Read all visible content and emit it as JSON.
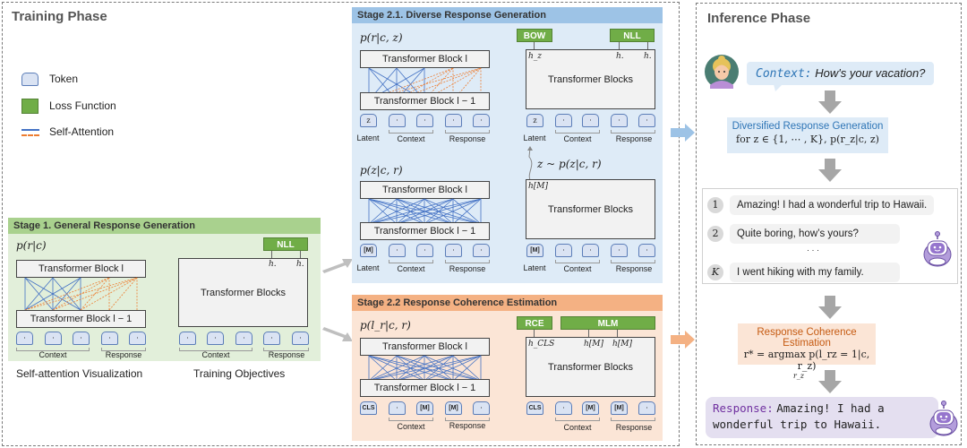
{
  "training": {
    "title": "Training Phase",
    "legend": [
      {
        "icon": "token-icon",
        "label": "Token"
      },
      {
        "icon": "loss-function-icon",
        "label": "Loss Function"
      },
      {
        "icon": "self-attention-icon",
        "label": "Self-Attention"
      }
    ],
    "captions": {
      "left": "Self-attention Visualization",
      "right": "Training Objectives"
    },
    "colors": {
      "token_fill": "#dae3f3",
      "token_border": "#5b7db8",
      "loss": "#70ad47",
      "attn_blue": "#4472c4",
      "attn_orange": "#ed7d31"
    }
  },
  "stage1": {
    "title": "Stage 1. General Response Generation",
    "color": "#a9d18e",
    "bg": "#e2efda",
    "formula": "p(r|c)",
    "block_top": "Transformer Block l",
    "block_bottom": "Transformer Block l − 1",
    "big_block": "Transformer Blocks",
    "loss": "NLL",
    "h_labels": [
      "h.",
      "h."
    ],
    "tokens_left": [
      "·",
      "·",
      "·",
      "·",
      "·"
    ],
    "tokens_right": [
      "·",
      "·",
      "·",
      "·",
      "·"
    ],
    "groups": [
      "Context",
      "Response"
    ]
  },
  "stage21": {
    "title": "Stage 2.1. Diverse Response Generation",
    "color": "#9dc3e6",
    "bg": "#deebf7",
    "top": {
      "formula": "p(r|c, z)",
      "block_top": "Transformer Block l",
      "block_bottom": "Transformer Block l − 1",
      "big_block": "Transformer Blocks",
      "losses": [
        "BOW",
        "NLL"
      ],
      "h_labels": [
        "h_z",
        "h.",
        "h."
      ],
      "tokens": [
        "z",
        "·",
        "·",
        "·",
        "·"
      ],
      "groups": [
        "Latent",
        "Context",
        "Response"
      ]
    },
    "sample": "z ~ p(z|c, r)",
    "bottom": {
      "formula": "p(z|c, r)",
      "block_top": "Transformer Block l",
      "block_bottom": "Transformer Block l − 1",
      "big_block": "Transformer Blocks",
      "h_labels": [
        "h[M]"
      ],
      "tokens": [
        "[M]",
        "·",
        "·",
        "·",
        "·"
      ],
      "groups": [
        "Latent",
        "Context",
        "Response"
      ]
    }
  },
  "stage22": {
    "title": "Stage 2.2 Response Coherence Estimation",
    "color": "#f4b183",
    "bg": "#fbe5d6",
    "formula": "p(l_r|c, r)",
    "block_top": "Transformer Block l",
    "block_bottom": "Transformer Block l − 1",
    "big_block": "Transformer Blocks",
    "losses": [
      "RCE",
      "MLM"
    ],
    "h_labels": [
      "h_CLS",
      "h[M]",
      "h[M]"
    ],
    "tokens": [
      "CLS",
      "·",
      "[M]",
      "[M]",
      "·"
    ],
    "groups": [
      "Context",
      "Response"
    ]
  },
  "inference": {
    "title": "Inference Phase",
    "context_label": "Context:",
    "context_text": "How's your vacation?",
    "diverse_title": "Diversified Response Generation",
    "diverse_formula": "for z ∈ {1, ⋯ , K},   p(r_z|c, z)",
    "candidates": [
      {
        "num": "1",
        "text": "Amazing! I had a wonderful trip to Hawaii."
      },
      {
        "num": "2",
        "text": "Quite boring, how’s yours?"
      },
      {
        "num": "K",
        "text": "I went hiking with my family."
      }
    ],
    "ellipsis": "· · ·",
    "rce_title": "Response Coherence Estimation",
    "rce_formula": "r* = argmax p(l_rz = 1|c, r_z)",
    "rce_sub": "r_z",
    "response_label": "Response:",
    "response_text": "Amazing! I had a wonderful trip to Hawaii.",
    "colors": {
      "blue_text": "#2e75b6",
      "orange_text": "#c55a11",
      "purple_text": "#7030a0",
      "diverse_bg": "#deebf7",
      "rce_bg": "#fbe5d6",
      "response_bg": "#e4dff0"
    }
  }
}
